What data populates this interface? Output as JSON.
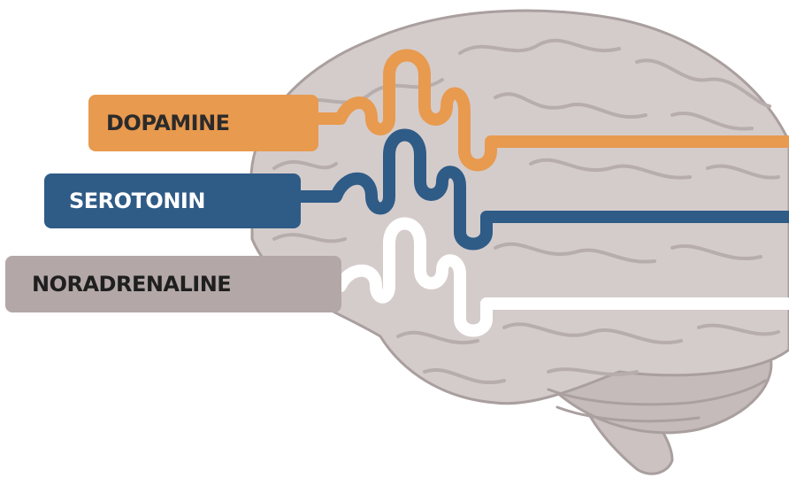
{
  "colors": {
    "background": "#ffffff",
    "brain_fill": "#d4cccb",
    "brain_folds": "#b7adac",
    "brain_outline": "#a99f9e",
    "cerebellum": "#c4bbba",
    "brainstem": "#cbc2c1"
  },
  "labels": {
    "dopamine": {
      "text": "DOPAMINE",
      "box_color": "#e89a4f",
      "text_color": "#2b2b2b",
      "wave_color": "#e89a4f"
    },
    "serotonin": {
      "text": "SEROTONIN",
      "box_color": "#2f5b87",
      "text_color": "#ffffff",
      "wave_color": "#2f5b87"
    },
    "noradrenaline": {
      "text": "NORADRENALINE",
      "box_color": "#b3a8a7",
      "text_color": "#1f1f1f",
      "wave_color": "#ffffff"
    }
  }
}
